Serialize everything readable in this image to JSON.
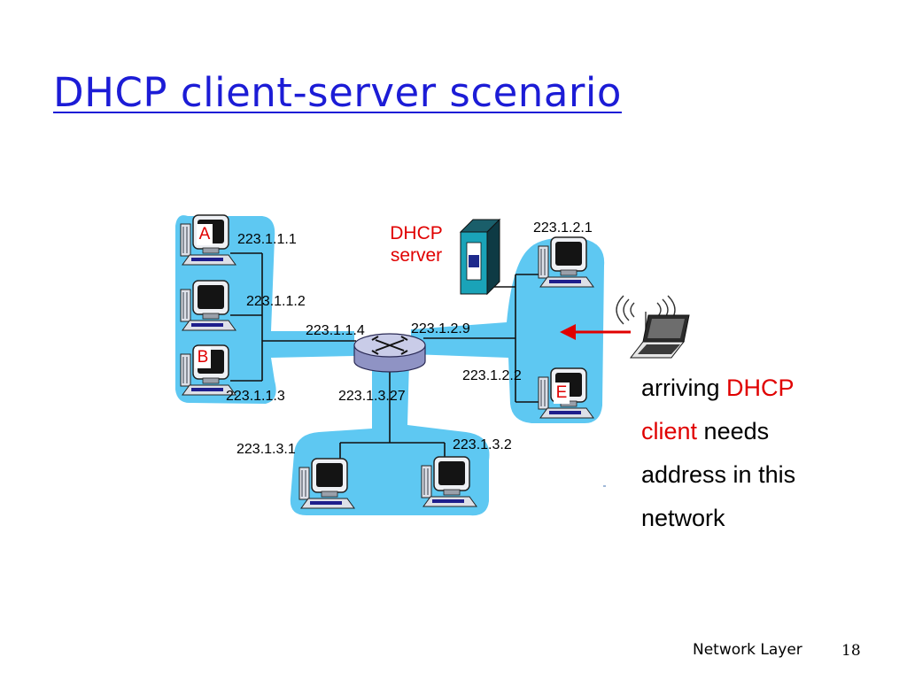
{
  "title": "DHCP client-server scenario",
  "server_label_line1": "DHCP",
  "server_label_line2": "server",
  "hosts": {
    "a": "A",
    "b": "B",
    "e": "E"
  },
  "ip": {
    "a": "223.1.1.1",
    "h2": "223.1.1.2",
    "r_left": "223.1.1.4",
    "r_right": "223.1.2.9",
    "b": "223.1.1.3",
    "r_bottom": "223.1.3.27",
    "server": "223.1.2.1",
    "e": "223.1.2.2",
    "b_left": "223.1.3.1",
    "b_right": "223.1.3.2"
  },
  "description": {
    "w1": "arriving",
    "w2": "DHCP",
    "w3": "client",
    "w4": "needs",
    "line3": "address in this",
    "line4": "network"
  },
  "footer": {
    "section": "Network Layer",
    "page": "18"
  },
  "colors": {
    "title": "#1c1cd6",
    "highlight": "#e00000",
    "subnet": "#5ec8f2",
    "arrow": "#e00000"
  }
}
